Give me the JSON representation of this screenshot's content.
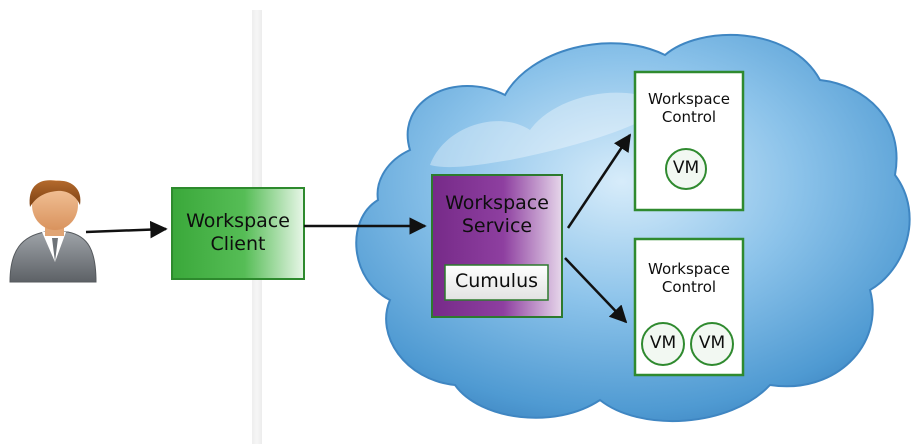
{
  "client": {
    "line1": "Workspace",
    "line2": "Client"
  },
  "service": {
    "line1": "Workspace",
    "line2": "Service",
    "component": "Cumulus"
  },
  "controls": [
    {
      "line1": "Workspace",
      "line2": "Control",
      "vms": [
        "VM"
      ]
    },
    {
      "line1": "Workspace",
      "line2": "Control",
      "vms": [
        "VM",
        "VM"
      ]
    }
  ],
  "colors": {
    "client_green": "#3fae3f",
    "service_purple": "#7a2a8c",
    "control_border": "#2f8a2f",
    "cloud_blue": "#4f9ad2"
  },
  "icons": [
    "user-avatar-icon"
  ]
}
